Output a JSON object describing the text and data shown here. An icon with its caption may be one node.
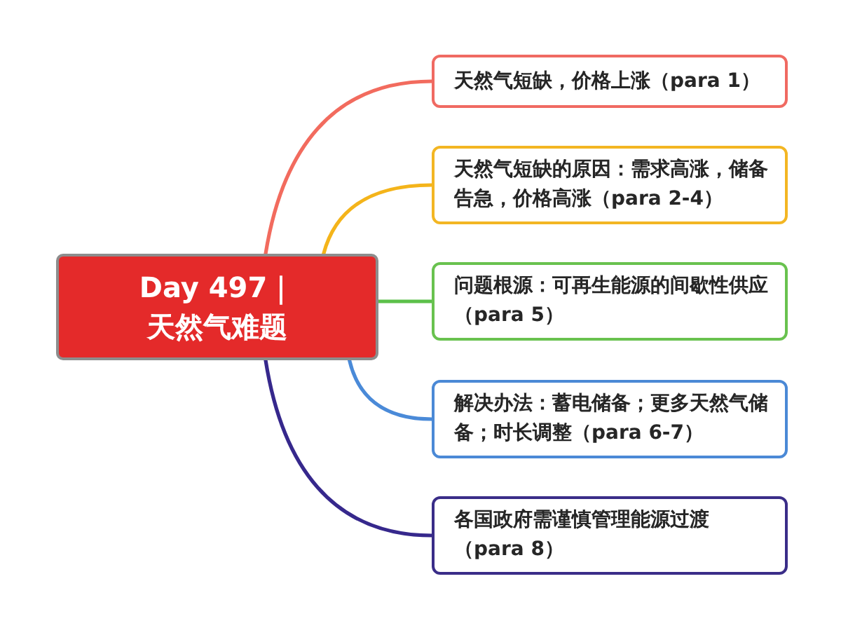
{
  "diagram": {
    "nodes": [
      {
        "text": [
          "Day 497｜天然气难题"
        ]
      },
      {
        "text": [
          "天然气短缺，价格上涨（para 1）"
        ]
      },
      {
        "text": [
          "天然气短缺的原因：需求高涨，储备告急，价格高涨（para 2-4）"
        ]
      },
      {
        "text": [
          "问题根源：可再生能源的间歇性供应（para 5）"
        ]
      },
      {
        "text": [
          "解决办法：蓄电储备；更多天然气储备；时长调整（para 6-7）"
        ]
      },
      {
        "text": [
          "各国政府需谨慎管理能源过渡（para 8）"
        ]
      }
    ],
    "edges": [
      {
        "from": 0,
        "to": 1,
        "arrow": "none",
        "color": "#f26b5e"
      },
      {
        "from": 0,
        "to": 2,
        "arrow": "none",
        "color": "#f4b41a"
      },
      {
        "from": 0,
        "to": 3,
        "arrow": "none",
        "color": "#5cc04a"
      },
      {
        "from": 0,
        "to": 4,
        "arrow": "none",
        "color": "#4a8ad8"
      },
      {
        "from": 0,
        "to": 5,
        "arrow": "none",
        "color": "#36288c"
      }
    ]
  }
}
